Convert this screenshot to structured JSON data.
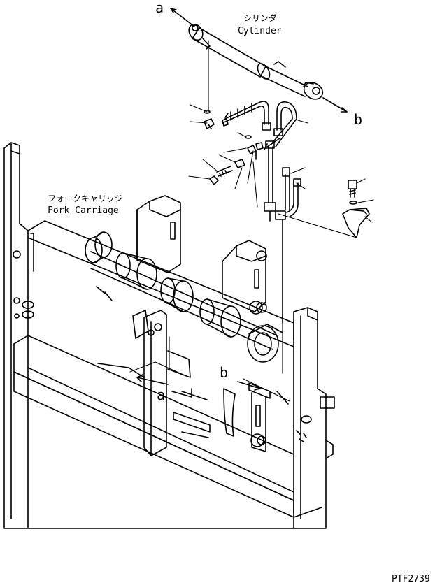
{
  "labels": {
    "cylinder_jp": "シリンダ",
    "cylinder_en": "Cylinder",
    "carriage_jp": "フォークキャリッジ",
    "carriage_en": "Fork Carriage",
    "ref_a_top": "a",
    "ref_b_top": "b",
    "ref_a_bottom": "a",
    "ref_b_bottom": "b",
    "drawing_code": "PTF2739"
  },
  "colors": {
    "ink": "#000000",
    "paper": "#ffffff"
  }
}
